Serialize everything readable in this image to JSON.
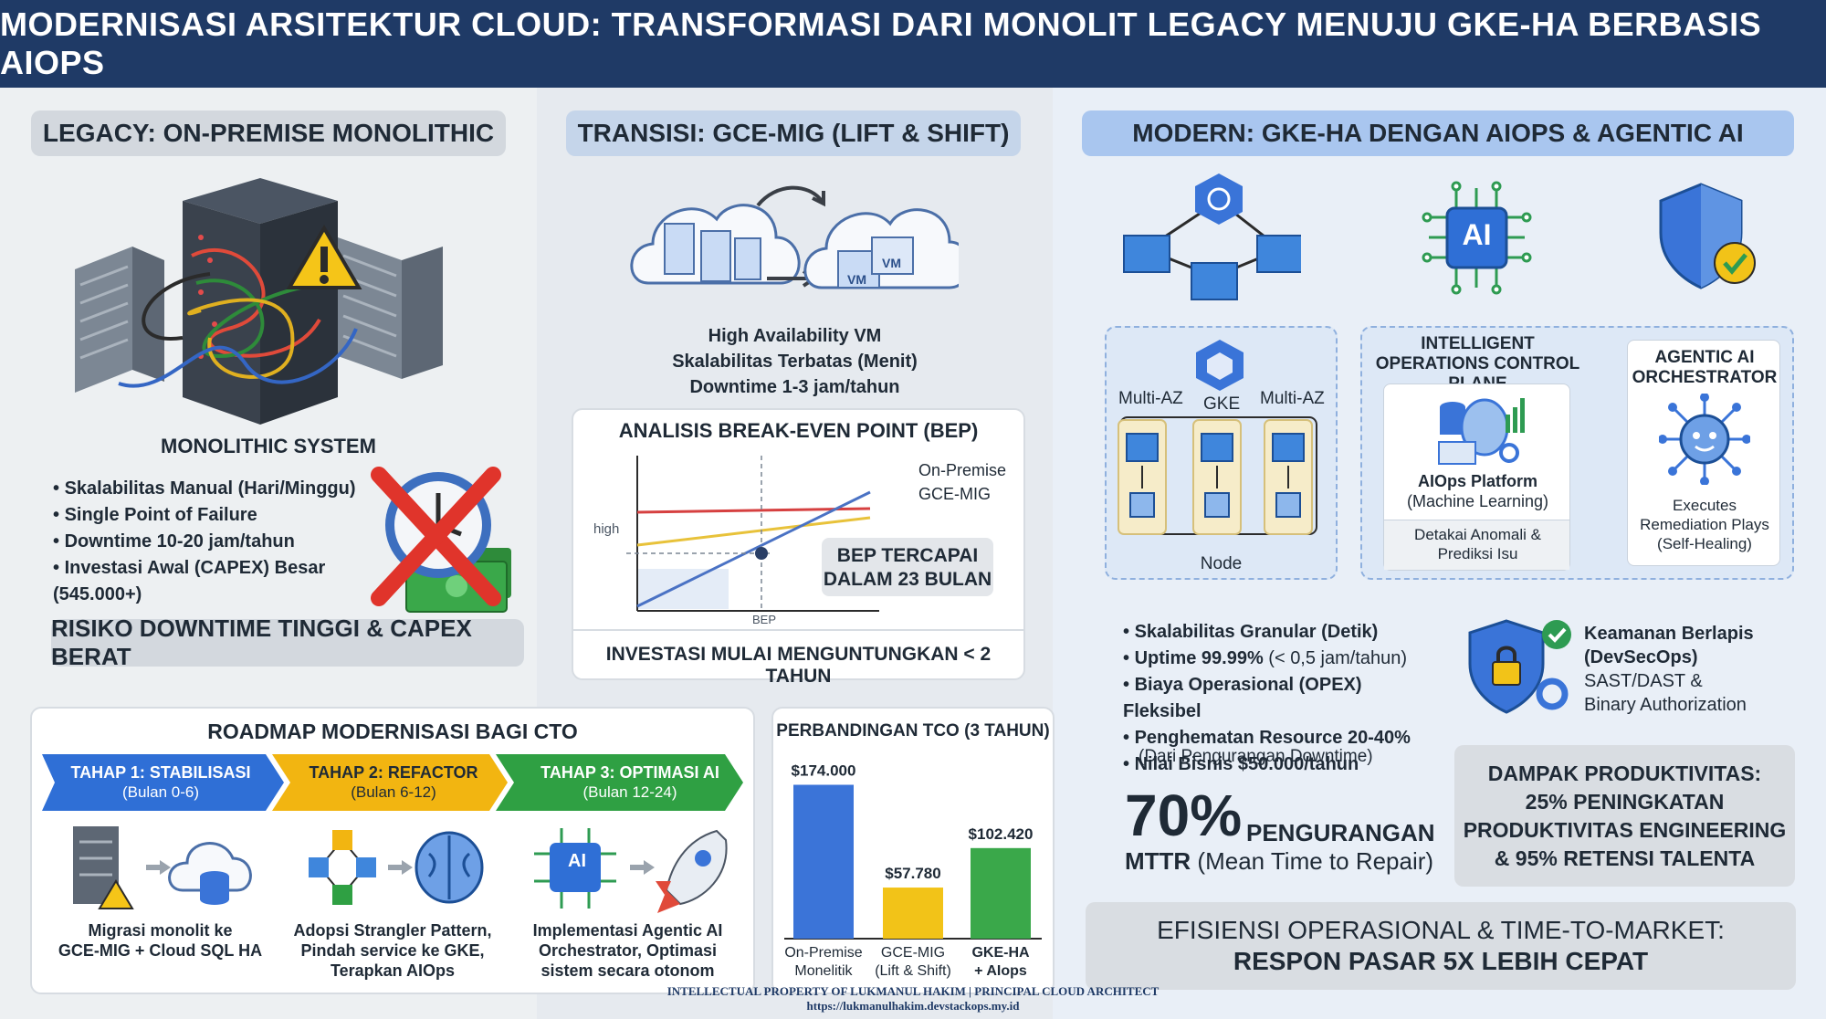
{
  "title": "MODERNISASI ARSITEKTUR CLOUD: TRANSFORMASI DARI MONOLIT LEGACY MENUJU GKE-HA BERBASIS AIOPS",
  "legacy": {
    "heading": "LEGACY: ON-PREMISE MONOLITHIC",
    "system_label": "MONOLITHIC SYSTEM",
    "bullets": [
      "Skalabilitas Manual (Hari/Minggu)",
      "Single Point of Failure",
      "Downtime 10-20 jam/tahun",
      "Investasi Awal (CAPEX) Besar (545.000+)"
    ],
    "risk": "RISIKO DOWNTIME TINGGI & CAPEX BERAT"
  },
  "transition": {
    "heading": "TRANSISI: GCE-MIG (LIFT & SHIFT)",
    "vm_labels": [
      "VM",
      "VM"
    ],
    "lines": [
      "High Availability VM",
      "Skalabilitas Terbatas (Menit)",
      "Downtime 1-3 jam/tahun"
    ],
    "bep": {
      "title": "ANALISIS BREAK-EVEN POINT (BEP)",
      "legend_onprem": "On-Premise",
      "legend_gce": "GCE-MIG",
      "y_tick": "high",
      "x_tick": "BEP",
      "callout": [
        "BEP TERCAPAI",
        "DALAM 23 BULAN"
      ],
      "footer": "INVESTASI MULAI MENGUNTUNGKAN < 2 TAHUN",
      "colors": {
        "onprem": "#4a72c4",
        "gce": "#e8c23a",
        "red": "#d64040"
      }
    }
  },
  "modern": {
    "heading": "MODERN: GKE-HA DENGAN AIOPS & AGENTIC AI",
    "ai_label": "AI",
    "cluster": {
      "left": "Multi-AZ",
      "center": "GKE",
      "right": "Multi-AZ",
      "node": "Node"
    },
    "ops_title": "INTELLIGENT OPERATIONS CONTROL PLANE",
    "aiops": {
      "title": "AIOps Platform",
      "subtitle": "(Machine Learning)",
      "detect": "Detakai Anomali & Prediksi Isu"
    },
    "agentic": {
      "title": "AGENTIC AI ORCHESTRATOR",
      "text": "Executes Remediation Plays (Self-Healing)"
    },
    "bullets": [
      {
        "main": "Skalabilitas Granular (Detik)",
        "sub": ""
      },
      {
        "main": "Uptime 99.99%",
        "sub": " (< 0,5 jam/tahun)"
      },
      {
        "main": "Biaya Operasional (OPEX) Fleksibel",
        "sub": ""
      },
      {
        "main": "Penghematan Resource 20-40%",
        "sub": ""
      },
      {
        "main": "Nilai Bisnis $50.000/tahun",
        "sub": ""
      }
    ],
    "bullet_note": "(Dari Pengurangan Downtime)",
    "security": {
      "title": "Keamanan Berlapis",
      "subtitle": "(DevSecOps)",
      "lines": [
        "SAST/DAST &",
        "Binary Authorization"
      ]
    },
    "mttr": {
      "big": "70%",
      "label": "PENGURANGAN",
      "line2_bold": "MTTR",
      "line2": " (Mean Time to Repair)"
    },
    "productivity": [
      "DAMPAK PRODUKTIVITAS:",
      "25% PENINGKATAN",
      "PRODUKTIVITAS ENGINEERING",
      "& 95% RETENSI TALENTA"
    ],
    "efficiency": {
      "line1": "EFISIENSI OPERASIONAL & TIME-TO-MARKET:",
      "line2": "RESPON PASAR 5X LEBIH CEPAT"
    }
  },
  "roadmap": {
    "title": "ROADMAP MODERNISASI BAGI CTO",
    "stages": [
      {
        "label": "TAHAP 1: STABILISASI",
        "period": "(Bulan 0-6)",
        "color": "#2f6fd6",
        "desc": [
          "Migrasi monolit ke",
          "GCE-MIG + Cloud SQL HA"
        ]
      },
      {
        "label": "TAHAP 2: REFACTOR",
        "period": "(Bulan 6-12)",
        "color": "#f2b511",
        "desc": [
          "Adopsi Strangler Pattern,",
          "Pindah service ke GKE,",
          "Terapkan AIOps"
        ]
      },
      {
        "label": "TAHAP 3: OPTIMASI AI",
        "period": "(Bulan 12-24)",
        "color": "#2fa043",
        "desc": [
          "Implementasi Agentic AI",
          "Orchestrator, Optimasi",
          "sistem secara otonom"
        ]
      }
    ],
    "ai_label": "AI"
  },
  "chart_data": {
    "type": "bar",
    "title": "PERBANDINGAN TCO (3 TAHUN)",
    "categories": [
      "On-Premise Monelitik",
      "GCE-MIG (Lift & Shift)",
      "GKE-HA + AIops"
    ],
    "category_lines": [
      [
        "On-Premise",
        "Monelitik"
      ],
      [
        "GCE-MIG",
        "(Lift & Shift)"
      ],
      [
        "GKE-HA",
        "+ AIops"
      ]
    ],
    "values": [
      174000,
      57780,
      102420
    ],
    "value_labels": [
      "$174.000",
      "$57.780",
      "$102.420"
    ],
    "colors": [
      "#3b74d8",
      "#f2c318",
      "#3aa84a"
    ],
    "ylim": [
      0,
      190000
    ]
  },
  "footer": {
    "line1": "INTELLECTUAL PROPERTY OF LUKMANUL HAKIM  |  PRINCIPAL CLOUD ARCHITECT",
    "line2": "https://lukmanulhakim.devstackops.my.id"
  }
}
